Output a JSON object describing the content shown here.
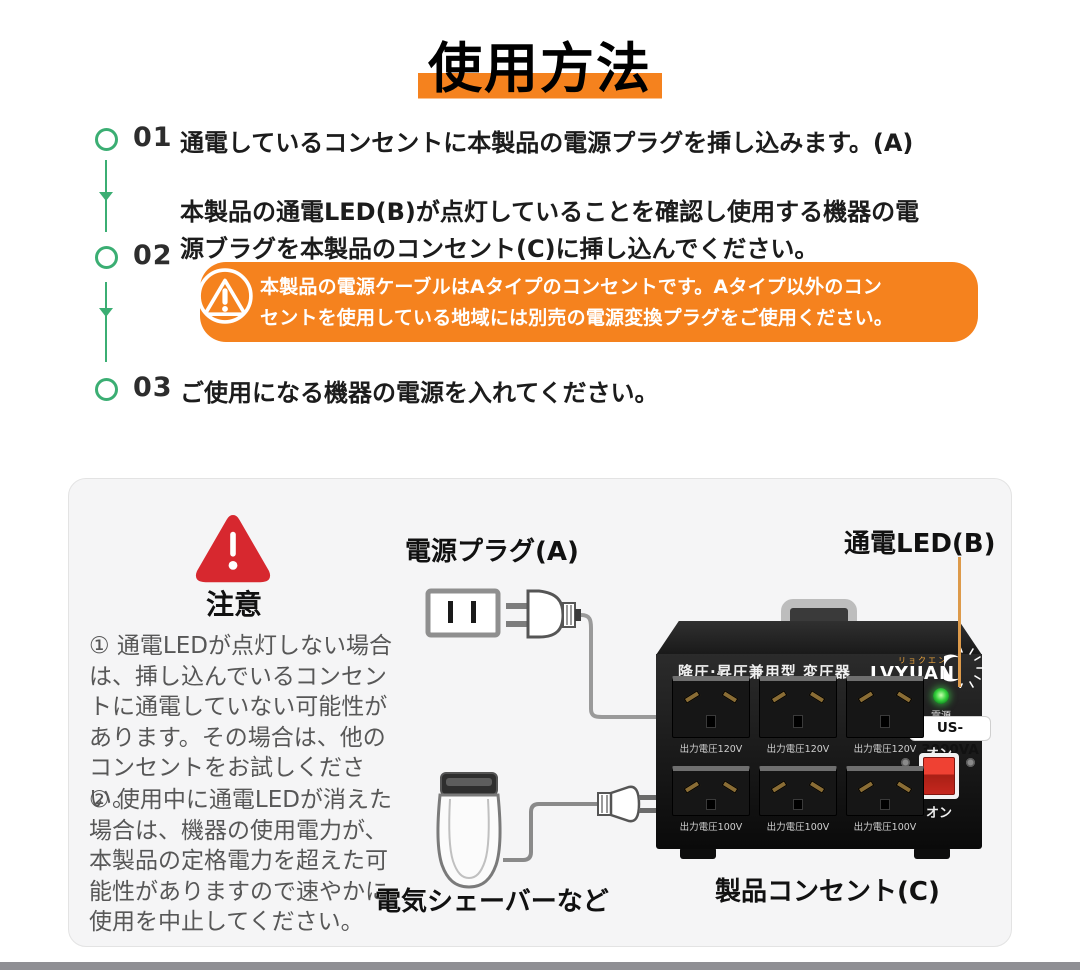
{
  "page": {
    "title": "使用方法"
  },
  "steps": [
    {
      "number": "01",
      "text": "通電しているコンセントに本製品の電源プラグを挿し込みます。(A)"
    },
    {
      "number": "02",
      "text": "本製品の通電LED(B)が点灯していることを確認し使用する機器の電源ブラグを本製品のコンセント(C)に挿し込んでください。",
      "warning": "本製品の電源ケーブルはAタイプのコンセントです。Aタイプ以外のコンセントを使用している地域には別売の電源変換プラグをご使用ください。"
    },
    {
      "number": "03",
      "text": "ご使用になる機器の電源を入れてください。"
    }
  ],
  "caution": {
    "heading": "注意",
    "notes": [
      "① 通電LEDが点灯しない場合は、挿し込んでいるコンセントに通電していない可能性があります。その場合は、他のコンセントをお試しください。",
      "② 使用中に通電LEDが消えた場合は、機器の使用電力が、本製品の定格電力を超えた可能性がありますので速やかに使用を中止してください。"
    ]
  },
  "diagram": {
    "labels": {
      "plug": "電源プラグ(A)",
      "led": "通電LED(B)",
      "shaver": "電気シェーバーなど",
      "outlets": "製品コンセント(C)"
    },
    "device": {
      "type_label": "降圧·昇圧兼用型 変圧器",
      "brand": "LVYUAN",
      "brand_ruby": "リョクエン",
      "power_label": "電源",
      "model": "US-3000VA",
      "switch_top": "オン",
      "switch_bottom": "オン",
      "outlet_row1_label": "出力電圧120V",
      "outlet_row2_label": "出力電圧100V"
    }
  },
  "colors": {
    "accent_orange": "#F5821E",
    "step_green": "#3BAE73",
    "caution_red": "#D7282F",
    "led_green": "#35D13C"
  }
}
